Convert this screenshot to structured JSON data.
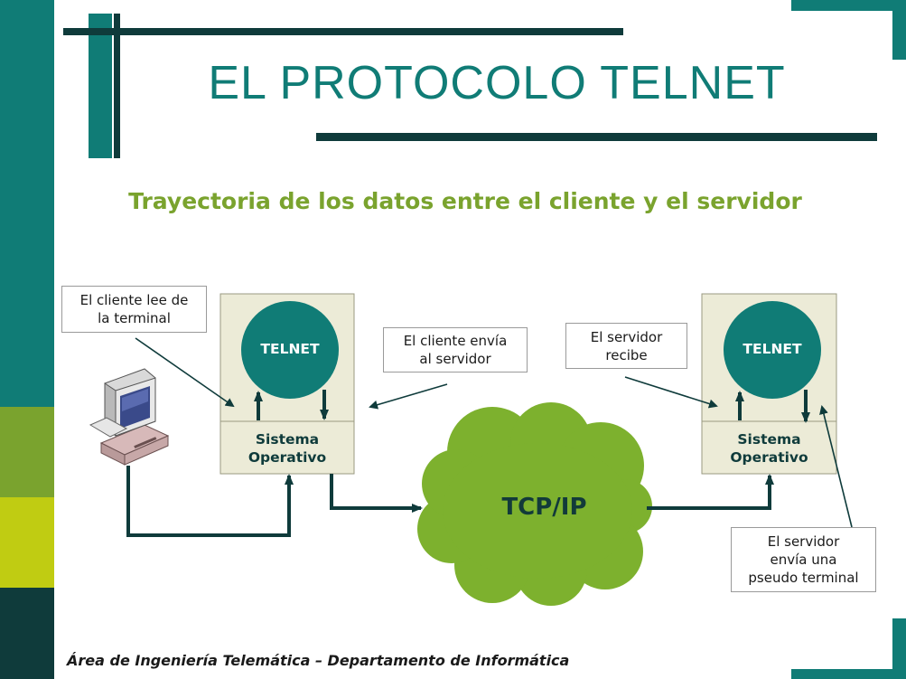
{
  "slide": {
    "title": "EL PROTOCOLO TELNET",
    "subtitle": "Trayectoria de los datos entre el cliente y el servidor",
    "footer": "Área de Ingeniería Telemática – Departamento de Informática"
  },
  "diagram": {
    "client_host": {
      "telnet_label": "TELNET",
      "os_label_line1": "Sistema",
      "os_label_line2": "Operativo"
    },
    "server_host": {
      "telnet_label": "TELNET",
      "os_label_line1": "Sistema",
      "os_label_line2": "Operativo"
    },
    "network": {
      "label": "TCP/IP"
    },
    "callouts": {
      "client_reads": {
        "line1": "El cliente lee de",
        "line2": "la terminal"
      },
      "client_sends": {
        "line1": "El cliente envía",
        "line2": "al servidor"
      },
      "server_receives": {
        "line1": "El servidor",
        "line2": "recibe"
      },
      "server_sends": {
        "line1": "El servidor",
        "line2": "envía una",
        "line3": "pseudo terminal"
      }
    }
  },
  "colors": {
    "teal": "#107c76",
    "dark_teal": "#0f3b3b",
    "green": "#7aa32e",
    "cloud_green": "#7db12e",
    "yellow_green": "#c0cc12",
    "box_fill": "#ecebd7"
  },
  "icons": {
    "computer": "desktop-computer-icon"
  }
}
